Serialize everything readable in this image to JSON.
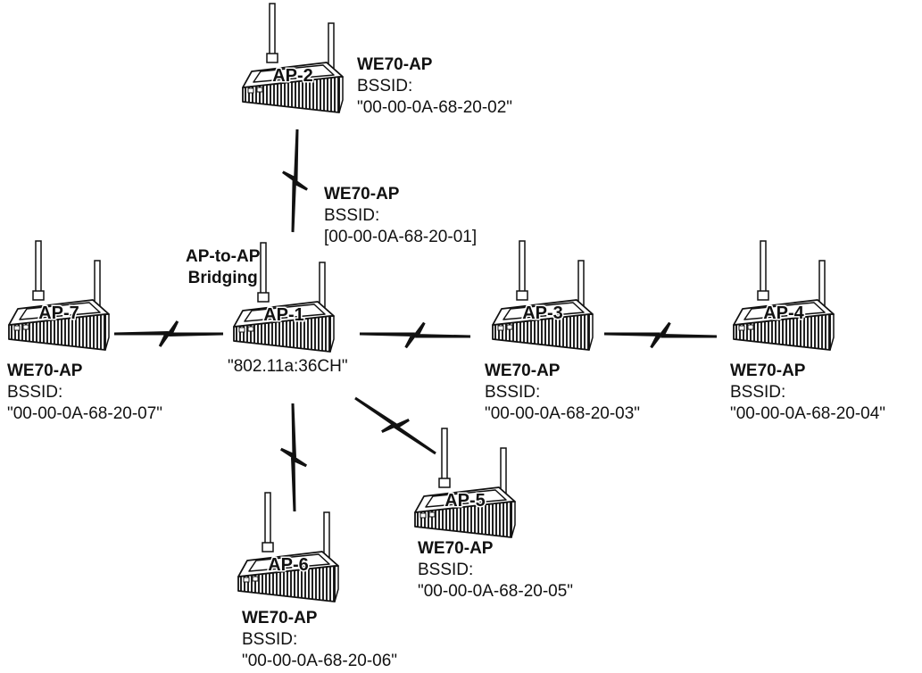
{
  "aps": [
    {
      "id": "AP-1",
      "name": "AP-1",
      "model": "WE70-AP",
      "bssid_label": "BSSID:",
      "address": "[00-00-0A-68-20-01]"
    },
    {
      "id": "AP-2",
      "name": "AP-2",
      "model": "WE70-AP",
      "bssid_label": "BSSID:",
      "address": "\"00-00-0A-68-20-02\""
    },
    {
      "id": "AP-3",
      "name": "AP-3",
      "model": "WE70-AP",
      "bssid_label": "BSSID:",
      "address": "\"00-00-0A-68-20-03\""
    },
    {
      "id": "AP-4",
      "name": "AP-4",
      "model": "WE70-AP",
      "bssid_label": "BSSID:",
      "address": "\"00-00-0A-68-20-04\""
    },
    {
      "id": "AP-5",
      "name": "AP-5",
      "model": "WE70-AP",
      "bssid_label": "BSSID:",
      "address": "\"00-00-0A-68-20-05\""
    },
    {
      "id": "AP-6",
      "name": "AP-6",
      "model": "WE70-AP",
      "bssid_label": "BSSID:",
      "address": "\"00-00-0A-68-20-06\""
    },
    {
      "id": "AP-7",
      "name": "AP-7",
      "model": "WE70-AP",
      "bssid_label": "BSSID:",
      "address": "\"00-00-0A-68-20-07\""
    }
  ],
  "bridging_label": {
    "line1": "AP-to-AP",
    "line2": "Bridging"
  },
  "channel_label": "\"802.11a:36CH\"",
  "links": [
    {
      "from": "AP-1",
      "to": "AP-2"
    },
    {
      "from": "AP-1",
      "to": "AP-7"
    },
    {
      "from": "AP-1",
      "to": "AP-3"
    },
    {
      "from": "AP-3",
      "to": "AP-4"
    },
    {
      "from": "AP-1",
      "to": "AP-5"
    },
    {
      "from": "AP-1",
      "to": "AP-6"
    }
  ]
}
